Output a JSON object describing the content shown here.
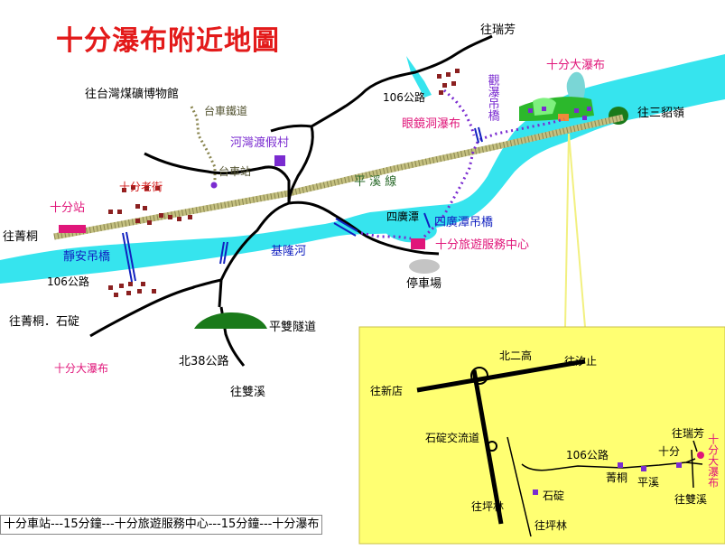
{
  "title": "十分瀑布附近地圖",
  "labels": {
    "to_ruifang": "往瑞芳",
    "shifen_waterfall": "十分大瀑布",
    "to_sandiaoling": "往三貂嶺",
    "to_coal_museum": "往台灣煤礦博物館",
    "taiche_railway": "台車鐵道",
    "road_106": "106公路",
    "guanpu_bridge": "觀瀑吊橋",
    "yanjingdong_waterfall": "眼鏡洞瀑布",
    "hewan_resort": "河灣渡假村",
    "taiche_station": "台車站",
    "shifen_old_street": "十分老街",
    "pingxi_line": "平  溪  線",
    "shifen_station": "十分站",
    "to_jingtong": "往菁桐",
    "siguangtan": "四廣潭",
    "siguangtan_bridge": "四廣潭吊橋",
    "visitor_center": "十分旅遊服務中心",
    "keelung_river": "基隆河",
    "jingan_bridge": "靜安吊橋",
    "parking": "停車場",
    "to_jingtong_shiding": "往菁桐．石碇",
    "pingshuang_tunnel": "平雙隧道",
    "road_n38": "北38公路",
    "to_shuangxi": "往雙溪"
  },
  "inset": {
    "n2_freeway": "北二高",
    "to_xizhi": "往汐止",
    "to_xindian": "往新店",
    "shiding_interchange": "石碇交流道",
    "road_106": "106公路",
    "shifen": "十分",
    "to_ruifang": "往瑞芳",
    "shifen_waterfall": "十分大瀑布",
    "jingtong": "菁桐",
    "pingxi": "平溪",
    "shiding": "石碇",
    "to_shuangxi": "往雙溪",
    "to_pinglin": "往坪林"
  },
  "footer": "十分車站---15分鐘---十分旅遊服務中心---15分鐘---十分瀑布",
  "colors": {
    "river": "#36e4ee",
    "title": "#e31a1a",
    "magenta_labels": "#e0167a",
    "inset_background": "#ffff72",
    "railway": "#c4c080"
  }
}
